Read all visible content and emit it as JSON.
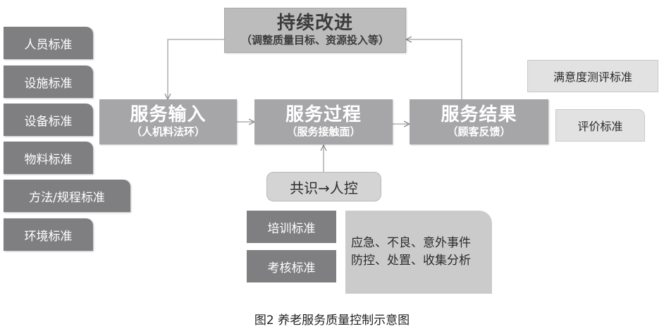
{
  "left_standards": [
    "人员标准",
    "设施标准",
    "设备标准",
    "物料标准",
    "方法/规程标准",
    "环境标准"
  ],
  "top": {
    "title": "持续改进",
    "subtitle": "（调整质量目标、资源投入等）"
  },
  "main": [
    {
      "title": "服务输入",
      "subtitle": "（人机料法环）"
    },
    {
      "title": "服务过程",
      "subtitle": "（服务接触面）"
    },
    {
      "title": "服务结果",
      "subtitle": "（顾客反馈）"
    }
  ],
  "consensus": "共识→人控",
  "bottom_standards": [
    "培训标准",
    "考核标准"
  ],
  "incident_lines": [
    "应急、不良、意外事件",
    "防控、处置、收集分析"
  ],
  "right_standards": [
    "满意度测评标准",
    "评价标准"
  ],
  "caption": "图2  养老服务质量控制示意图"
}
